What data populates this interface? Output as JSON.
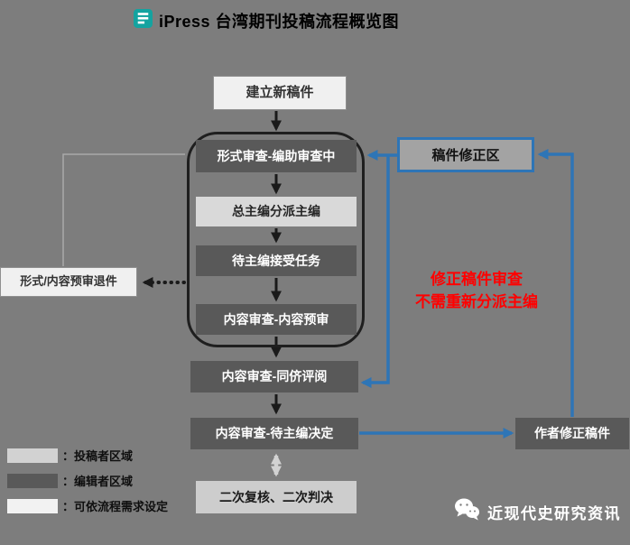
{
  "title": {
    "text": "iPress 台湾期刊投稿流程概览图"
  },
  "flow": {
    "create_new": "建立新稿件",
    "form_review": "形式审查-编助审查中",
    "assign_chief": "总主编分派主编",
    "await_accept": "待主编接受任务",
    "content_precheck": "内容审查-内容预审",
    "peer_review": "内容审查-同侪评阅",
    "await_decision": "内容审查-待主编决定",
    "second_review": "二次复核、二次判决"
  },
  "branches": {
    "revision_area": "稿件修正区",
    "precheck_reject": "形式/内容预审退件",
    "author_revision": "作者修正稿件",
    "revision_note_line1": "修正稿件审查",
    "revision_note_line2": "不需重新分派主编"
  },
  "legend": {
    "items": [
      {
        "label": "：投稿者区域",
        "swatch_color": "#d2d2d2"
      },
      {
        "label": "：编辑者区域",
        "swatch_color": "#595959"
      },
      {
        "label": "：可依流程需求设定",
        "swatch_color": "#f2f2f2"
      }
    ]
  },
  "watermark": {
    "text": "近现代史研究资讯"
  },
  "icons": {
    "logo": "ipress-logo-icon",
    "watermark": "wechat-icon"
  },
  "colors": {
    "background": "#7d7d7d",
    "dark_box": "#595959",
    "light_box": "#d9d9d9",
    "pale_box": "#f0f0f0",
    "second_review_box": "#cdcdcd",
    "revision_area_fill": "#a3a3a3",
    "accent_blue": "#2e75b6",
    "note_red": "#ff0000",
    "arrow_black": "#1a1a1a",
    "arrow_gray": "#d2d2d2",
    "logo_teal": "#14a3a0",
    "watermark_text": "#ffffff"
  }
}
